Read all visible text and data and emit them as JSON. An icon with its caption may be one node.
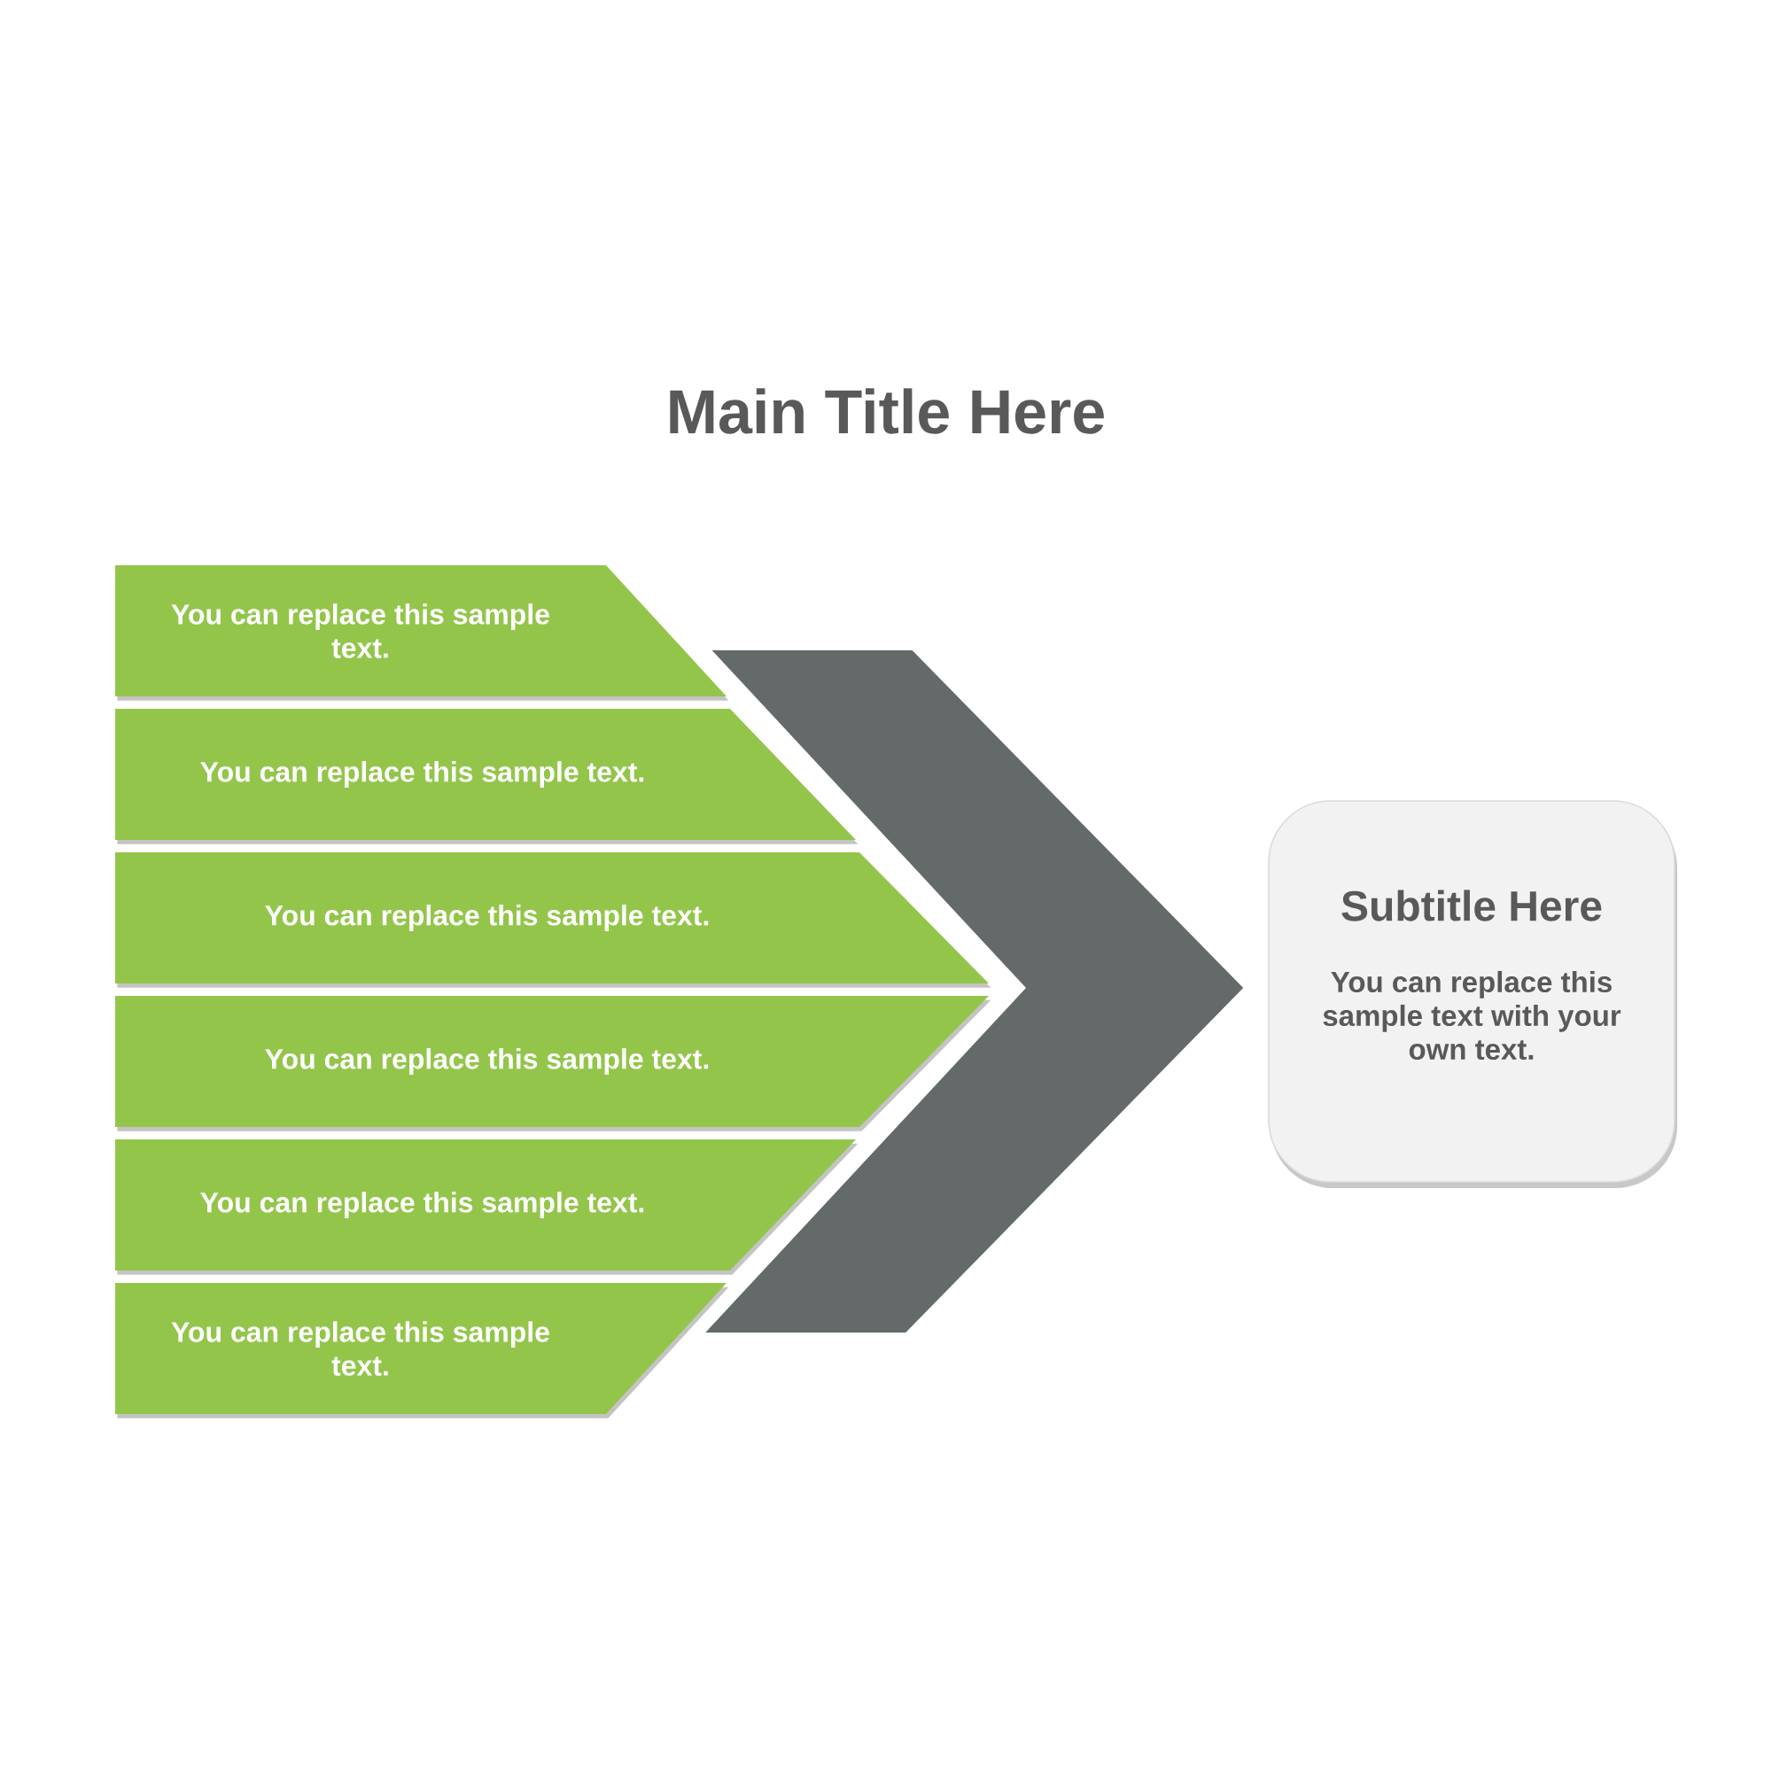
{
  "diagram": {
    "title": "Main Title Here",
    "nodes": [
      {
        "text": [
          "You can replace this sample text."
        ]
      },
      {
        "text": [
          "You can replace this sample text."
        ]
      },
      {
        "text": [
          "You can replace this sample text."
        ]
      },
      {
        "text": [
          "You can replace this sample text."
        ]
      },
      {
        "text": [
          "You can replace this sample text."
        ]
      },
      {
        "text": [
          "You can replace this sample text."
        ]
      },
      {
        "text": [
          "Subtitle Here",
          "You can replace this sample text with your own text."
        ]
      }
    ],
    "edges": [
      {
        "from": 0,
        "to": 6,
        "arrow": "to"
      },
      {
        "from": 1,
        "to": 6,
        "arrow": "to"
      },
      {
        "from": 2,
        "to": 6,
        "arrow": "to"
      },
      {
        "from": 3,
        "to": 6,
        "arrow": "to"
      },
      {
        "from": 4,
        "to": 6,
        "arrow": "to"
      },
      {
        "from": 5,
        "to": 6,
        "arrow": "to"
      }
    ]
  }
}
